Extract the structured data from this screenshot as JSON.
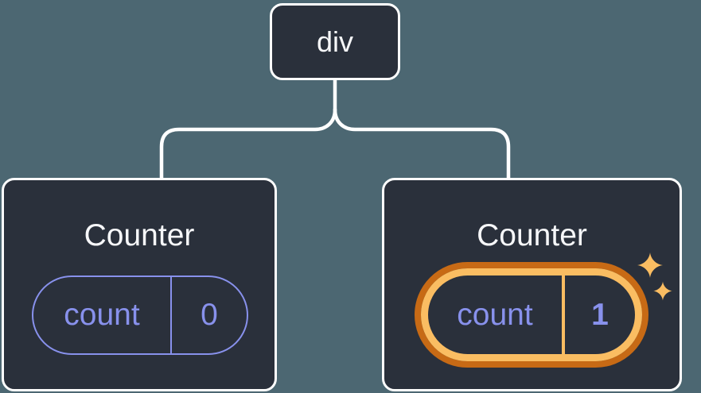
{
  "diagram": {
    "description": "React component tree showing a div root with two isolated Counter children, the second one highlighted as updated",
    "colors": {
      "background": "#4C6772",
      "node_fill": "#2A303B",
      "node_border": "#FFFFFF",
      "connector": "#FFFFFF",
      "accent_purple": "#8891EC",
      "highlight_orange_dark": "#C76A15",
      "highlight_orange_light": "#FABD62",
      "title_text": "#F6F7F9"
    },
    "root": {
      "label": "div"
    },
    "children": [
      {
        "title": "Counter",
        "state": {
          "key": "count",
          "value": "0"
        },
        "highlighted": false
      },
      {
        "title": "Counter",
        "state": {
          "key": "count",
          "value": "1"
        },
        "highlighted": true
      }
    ],
    "icons": {
      "sparkle": "four-point-star"
    }
  }
}
